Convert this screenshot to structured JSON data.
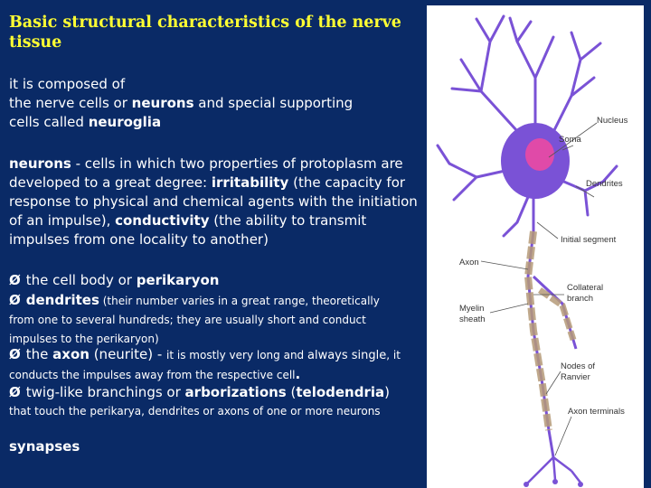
{
  "title": "Basic structural characteristics of the nerve tissue",
  "intro": {
    "l1": "it is composed of",
    "l2a": "the nerve cells  or  ",
    "l2b": "neurons",
    "l2c": "  and special supporting",
    "l3a": "cells called  ",
    "l3b": "neuroglia"
  },
  "neurons": {
    "a": "neurons",
    "b": " - cells in which two properties of protoplasm are developed to a great degree: ",
    "c": "irritability",
    "d": "  (the capacity for response  to physical and chemical agents with the initiation of an impulse), ",
    "e": "conductivity",
    "f": " (the ability to transmit impulses from one locality to another)"
  },
  "bullets": {
    "arrow": "Ø",
    "b1a": "the cell body or ",
    "b1b": "perikaryon",
    "b2a": "dendrites",
    "b2b": " (their number varies in a great range, theoretically from one to several hundreds; they are usually short and conduct impulses to the perikaryon)",
    "b3a": "the ",
    "b3b": "axon",
    "b3c": " (neurite) - ",
    "b3d": "it is mostly very long and ",
    "b3e": "always single",
    "b3f": ", it conducts the impulses away from the respective cell",
    "b3g": ".",
    "b4a": "twig-like branchings or ",
    "b4b": "arborizations",
    "b4c": " (",
    "b4d": "telodendria",
    "b4e": ")",
    "b4f": "that touch the perikarya, dendrites or axons of one or more neurons"
  },
  "synapses": "synapses",
  "figure_labels": {
    "soma": "Soma",
    "nucleus": "Nucleus",
    "dendrites": "Dendrites",
    "initial_segment": "Initial segment",
    "axon": "Axon",
    "collateral": "Collateral",
    "branch": "branch",
    "myelin": "Myelin",
    "sheath": "sheath",
    "nodes_of": "Nodes of",
    "ranvier": "Ranvier",
    "axon_terminals": "Axon terminals"
  },
  "colors": {
    "background": "#0a2a66",
    "title": "#ffff33",
    "text": "#ffffff",
    "neuron": "#7a52d6",
    "nucleus": "#e04aa8",
    "myelin": "#b59a78"
  }
}
